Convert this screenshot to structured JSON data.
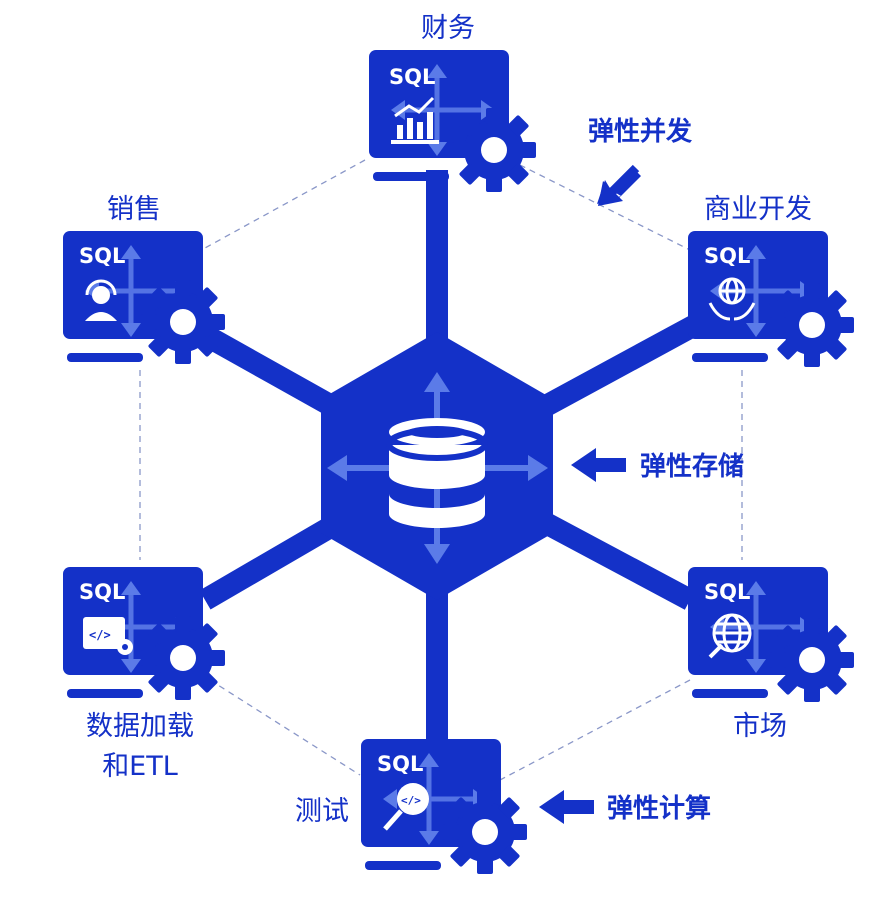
{
  "center": {
    "icon": "database-icon"
  },
  "nodes": {
    "finance": {
      "label": "财务",
      "sql": "SQL",
      "icon": "bar-chart-icon"
    },
    "sales": {
      "label": "销售",
      "sql": "SQL",
      "icon": "headset-person-icon"
    },
    "bizdev": {
      "label": "商业开发",
      "sql": "SQL",
      "icon": "globe-hands-icon"
    },
    "etl": {
      "label_line1": "数据加载",
      "label_line2": "和ETL",
      "sql": "SQL",
      "icon": "code-gear-icon"
    },
    "market": {
      "label": "市场",
      "sql": "SQL",
      "icon": "globe-arrow-icon"
    },
    "test": {
      "label": "测试",
      "sql": "SQL",
      "icon": "code-search-icon"
    }
  },
  "annotations": {
    "concurrency": "弹性并发",
    "storage": "弹性存储",
    "compute": "弹性计算"
  },
  "colors": {
    "primary": "#1431c8",
    "dark": "#0f26a8",
    "arrow_light": "#5b7be8",
    "dash": "#8a97c8",
    "white": "#ffffff"
  }
}
